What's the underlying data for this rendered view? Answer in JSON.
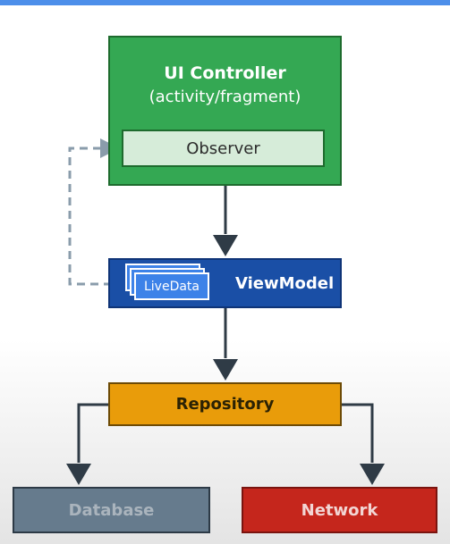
{
  "diagram": {
    "ui_controller": {
      "title": "UI Controller",
      "subtitle": "(activity/fragment)"
    },
    "observer": {
      "label": "Observer"
    },
    "viewmodel": {
      "label": "ViewModel",
      "livedata_label": "LiveData"
    },
    "repository": {
      "label": "Repository"
    },
    "database": {
      "label": "Database"
    },
    "network": {
      "label": "Network"
    }
  },
  "colors": {
    "ui_controller": "#34a853",
    "observer": "#d6ecd9",
    "viewmodel": "#1a4fa6",
    "livedata": "#3d82e8",
    "repository": "#e99c0a",
    "database": "#667b8d",
    "network": "#c5261c",
    "arrow": "#2f3b46",
    "observer_link": "#8a9cab"
  }
}
